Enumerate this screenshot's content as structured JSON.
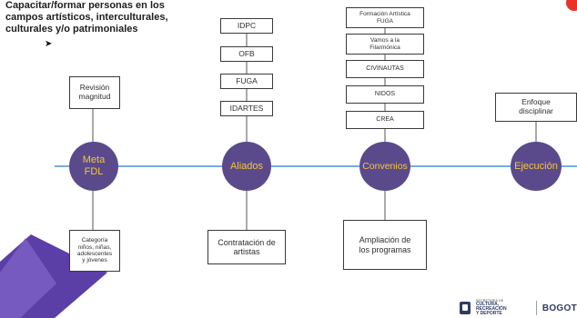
{
  "heading": "Capacitar/formar personas en los\ncampos artísticos, interculturales,\nculturales y/o patrimoniales",
  "nodes": {
    "meta": "Meta\nFDL",
    "aliados": "Aliados",
    "convenios": "Convenios",
    "ejecucion": "Ejecución"
  },
  "meta_top": "Revisión\nmagnitud",
  "meta_bottom": "Categoría\nniños, niñas,\nadolescentes\ny jóvenes",
  "aliados_top": [
    "IDPC",
    "OFB",
    "FUGA",
    "IDARTES"
  ],
  "aliados_bottom": "Contratación de\nartistas",
  "convenios_top": [
    "Formación Artística\nFUGA",
    "Vamos a la\nFilarmónica",
    "CIVINAUTAS",
    "NIDOS",
    "CREA"
  ],
  "convenios_bottom": "Ampliación de\nlos programas",
  "ejecucion_top": "Enfoque\ndisciplinar",
  "footer": {
    "secretaria_small": "SECRETARÍA DE",
    "secretaria_name": "CULTURA, RECREACIÓN\nY DEPORTE",
    "city": "BOGOT"
  },
  "colors": {
    "node_fill": "#5a4a8c",
    "node_text": "#f3c63b",
    "timeline": "#4a90d6",
    "accent_red": "#e8322a",
    "stripe": "#5b3fa6"
  }
}
